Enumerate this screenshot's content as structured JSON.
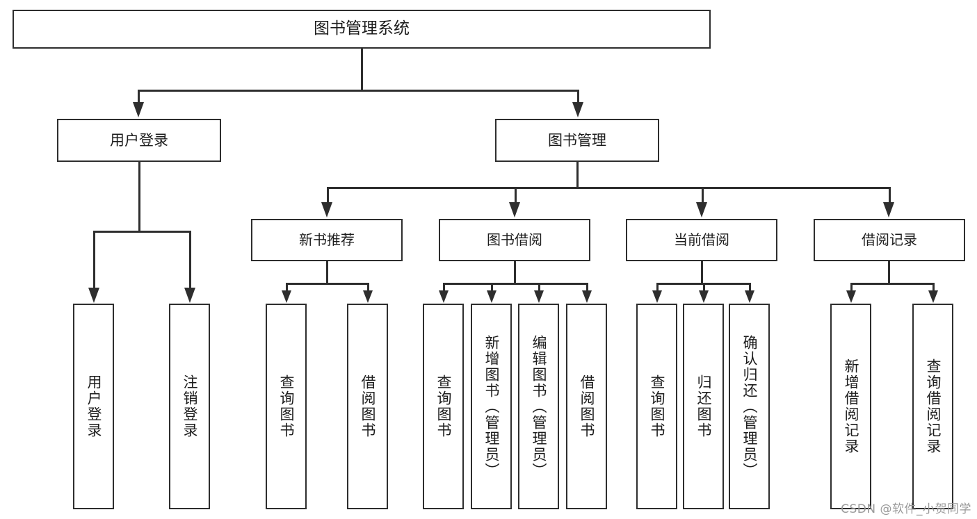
{
  "diagram": {
    "title": "图书管理系统",
    "type": "tree",
    "watermark": "CSDN @软件_小贺同学",
    "colors": {
      "stroke": "#2e2e2e",
      "fill": "#ffffff",
      "text": "#1c1c1c",
      "watermark": "#9a9a9a"
    },
    "root": {
      "label": "图书管理系统"
    },
    "level1": [
      {
        "label": "用户登录"
      },
      {
        "label": "图书管理"
      }
    ],
    "level2": [
      {
        "label": "新书推荐"
      },
      {
        "label": "图书借阅"
      },
      {
        "label": "当前借阅"
      },
      {
        "label": "借阅记录"
      }
    ],
    "leaves": {
      "user_login": [
        {
          "label": "用户登录"
        },
        {
          "label": "注销登录"
        }
      ],
      "new_book_recommend": [
        {
          "label": "查询图书"
        },
        {
          "label": "借阅图书"
        }
      ],
      "book_borrow": [
        {
          "label": "查询图书"
        },
        {
          "label": "新增图书（管理员）"
        },
        {
          "label": "编辑图书（管理员）"
        },
        {
          "label": "借阅图书"
        }
      ],
      "current_borrow": [
        {
          "label": "查询图书"
        },
        {
          "label": "归还图书"
        },
        {
          "label": "确认归还（管理员）"
        }
      ],
      "borrow_record": [
        {
          "label": "新增借阅记录"
        },
        {
          "label": "查询借阅记录"
        }
      ]
    }
  }
}
